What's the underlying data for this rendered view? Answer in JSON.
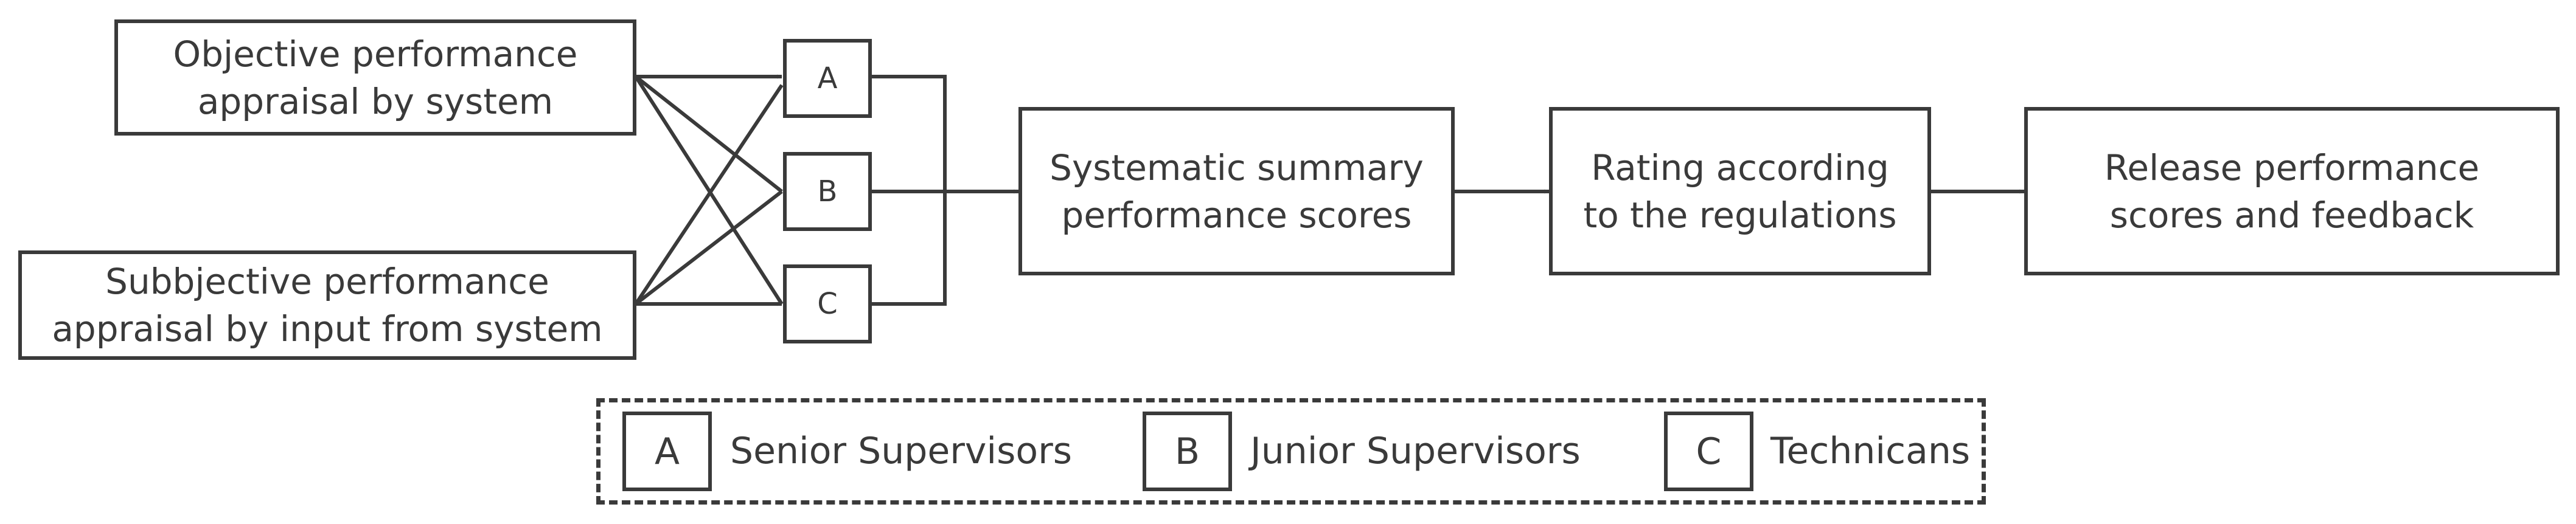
{
  "sources": {
    "objective": [
      "Objective performance",
      "appraisal by system"
    ],
    "subjective": [
      "Subbjective performance",
      "appraisal by input from system"
    ]
  },
  "roles": {
    "a": "A",
    "b": "B",
    "c": "C"
  },
  "steps": {
    "summary": [
      "Systematic summary",
      "performance scores"
    ],
    "rating": [
      "Rating according",
      "to the regulations"
    ],
    "release": [
      "Release performance",
      "scores and feedback"
    ]
  },
  "legend": [
    {
      "key": "A",
      "label": "Senior Supervisors"
    },
    {
      "key": "B",
      "label": "Junior Supervisors"
    },
    {
      "key": "C",
      "label": "Technicans"
    }
  ]
}
